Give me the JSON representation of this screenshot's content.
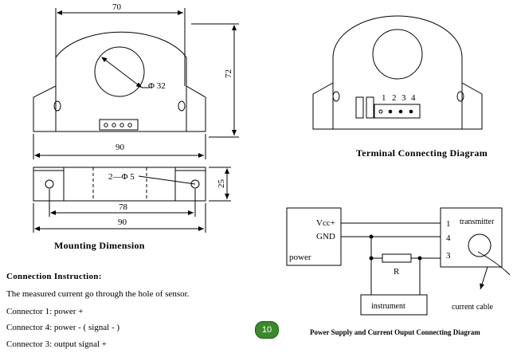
{
  "dimensions": {
    "top_width": "70",
    "height": "72",
    "hole_diameter": "Φ 32",
    "base_width": "90",
    "mount_holes": "2—Φ 5",
    "side_height": "25",
    "hole_spacing": "78",
    "bottom_width": "90"
  },
  "headings": {
    "terminal": "Terminal Connecting Diagram",
    "mounting": "Mounting Dimension",
    "wiring": "Power Supply and Current Ouput Connecting Diagram"
  },
  "terminal_pins": [
    "1",
    "2",
    "3",
    "4"
  ],
  "wiring": {
    "vcc": "Vcc+",
    "gnd": "GND",
    "power": "power",
    "pin1": "1",
    "pin4": "4",
    "pin3": "3",
    "transmitter": "transmitter",
    "resistor": "R",
    "instrument": "instrument",
    "cable": "current cable"
  },
  "instructions": {
    "title": "Connection Instruction:",
    "line1": "The measured current go through the hole of sensor.",
    "line2": "Connector 1:  power +",
    "line3": "Connector 4:  power -  ( signal - )",
    "line4": "Connector 3:  output signal +"
  },
  "page_number": "10",
  "colors": {
    "badge": "#3a8a2a",
    "line": "#000000"
  }
}
